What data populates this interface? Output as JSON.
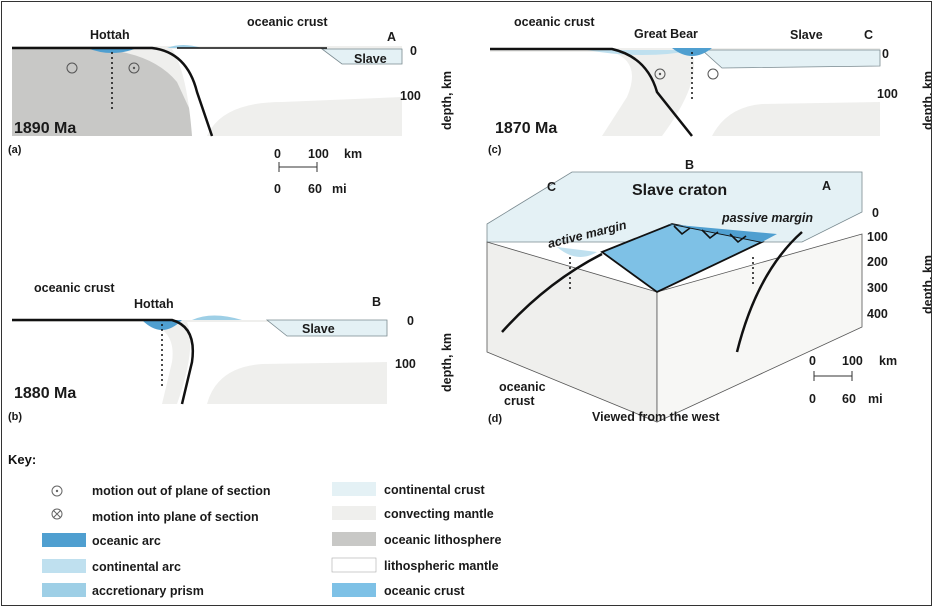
{
  "panels": {
    "a": {
      "tag": "(a)",
      "age": "1890 Ma",
      "place1": "Hottah",
      "crust": "oceanic crust",
      "section": "A",
      "place2": "Slave",
      "depth_axis": "depth, km",
      "tick0": "0",
      "tick100": "100"
    },
    "b": {
      "tag": "(b)",
      "age": "1880 Ma",
      "place1": "Hottah",
      "crust": "oceanic crust",
      "section": "B",
      "place2": "Slave",
      "depth_axis": "depth, km",
      "tick0": "0",
      "tick100": "100"
    },
    "c": {
      "tag": "(c)",
      "age": "1870 Ma",
      "place1": "Great Bear",
      "crust": "oceanic crust",
      "section": "C",
      "place2": "Slave",
      "depth_axis": "depth, km",
      "tick0": "0",
      "tick100": "100"
    },
    "d": {
      "tag": "(d)",
      "title": "Slave craton",
      "active": "active margin",
      "passive": "passive margin",
      "corner_a": "A",
      "corner_b": "B",
      "corner_c": "C",
      "crust1": "oceanic",
      "crust2": "crust",
      "caption": "Viewed from the west",
      "depth_axis": "depth, km",
      "depth_ticks": [
        "0",
        "100",
        "200",
        "300",
        "400"
      ]
    }
  },
  "scale_top": {
    "km0": "0",
    "km100": "100",
    "km_unit": "km",
    "mi0": "0",
    "mi60": "60",
    "mi_unit": "mi"
  },
  "scale_d": {
    "km0": "0",
    "km100": "100",
    "km_unit": "km",
    "mi0": "0",
    "mi60": "60",
    "mi_unit": "mi"
  },
  "key": {
    "title": "Key:",
    "items_left": [
      {
        "label": "motion out of plane of section",
        "symbol": "dot-circle-icon"
      },
      {
        "label": "motion into plane of section",
        "symbol": "cross-circle-icon"
      },
      {
        "label": "oceanic arc",
        "color": "#4f9fd0"
      },
      {
        "label": "continental arc",
        "color": "#bfe0ef"
      },
      {
        "label": "accretionary prism",
        "color": "#9ecfe6"
      }
    ],
    "items_right": [
      {
        "label": "continental crust",
        "color": "#e4f1f5"
      },
      {
        "label": "convecting mantle",
        "color": "#efefed"
      },
      {
        "label": "oceanic lithosphere",
        "color": "#c8c8c6"
      },
      {
        "label": "lithospheric mantle",
        "color": "#ffffff"
      },
      {
        "label": "oceanic crust",
        "color": "#7ec1e6"
      }
    ]
  }
}
